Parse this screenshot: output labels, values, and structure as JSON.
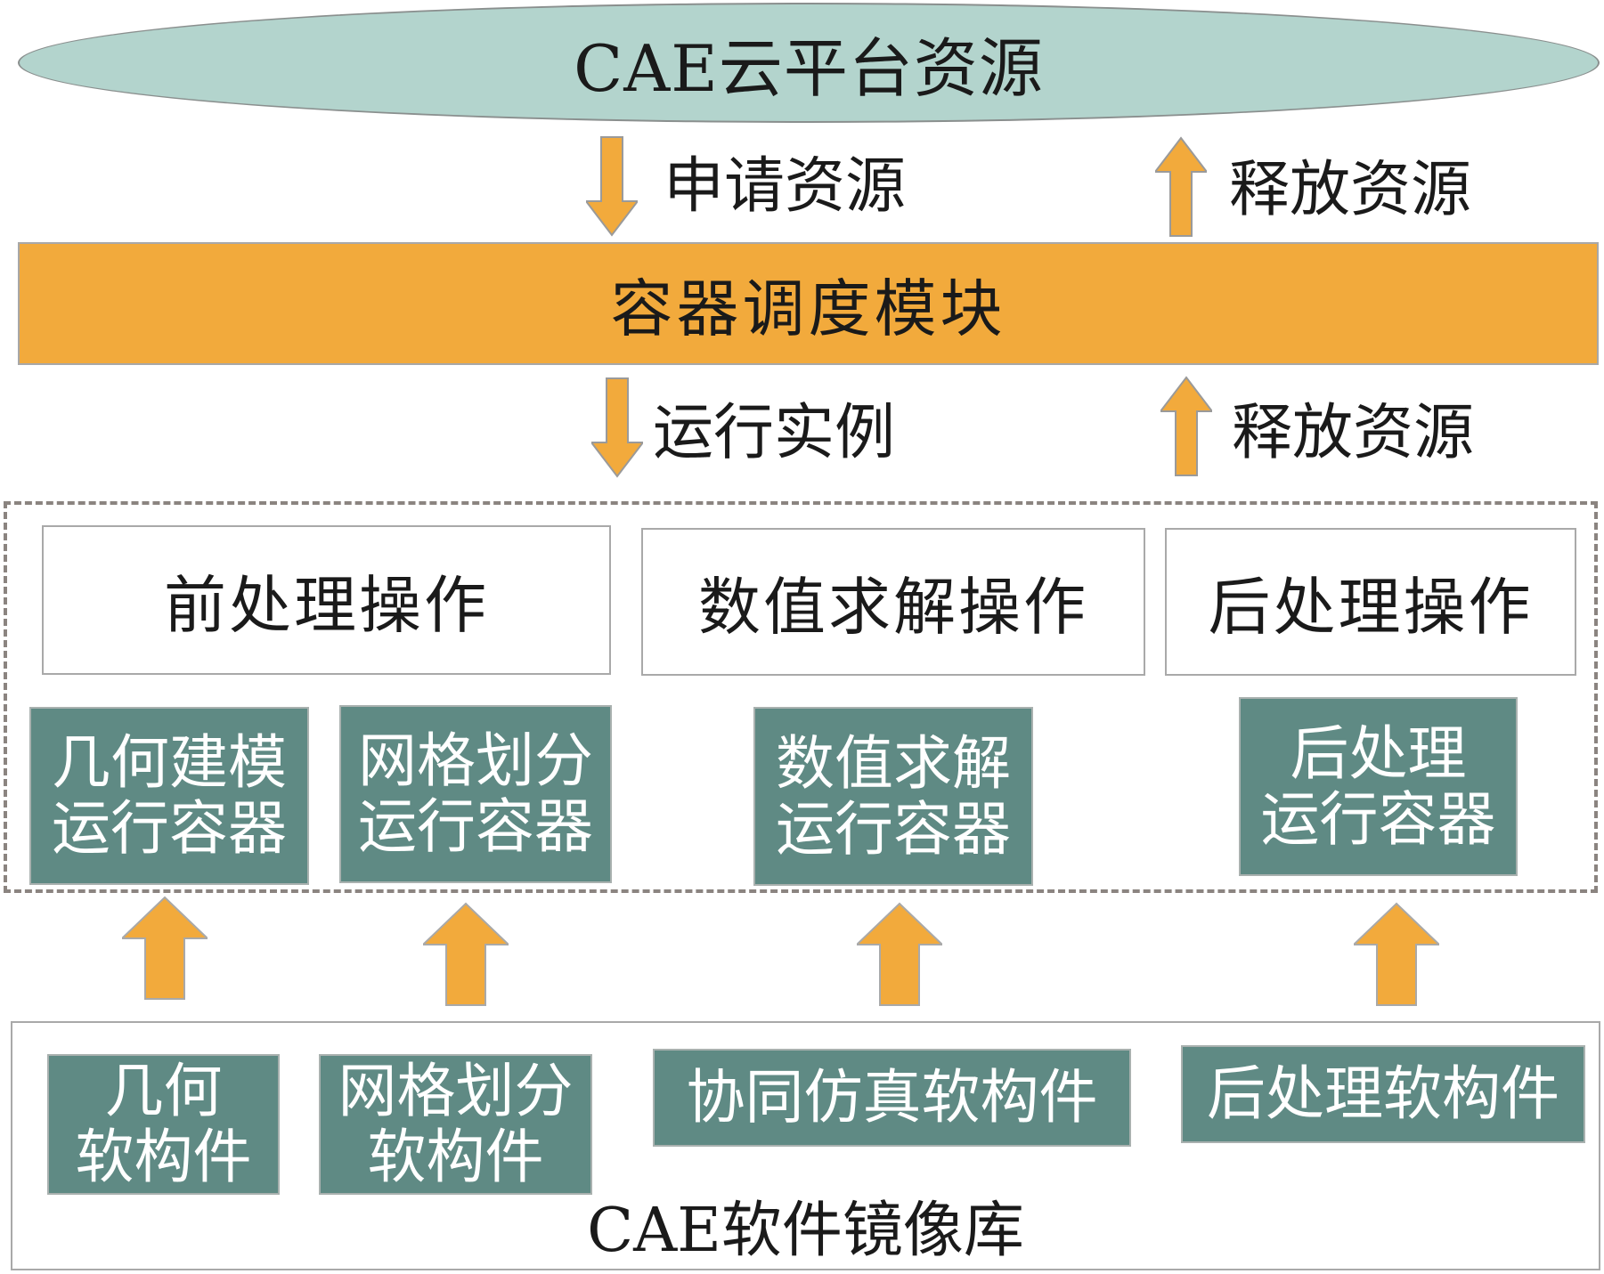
{
  "cloud": {
    "label": "CAE云平台资源"
  },
  "arrows_top": {
    "request_label": "申请资源",
    "release_label": "释放资源"
  },
  "scheduler": {
    "label": "容器调度模块"
  },
  "arrows_mid": {
    "run_label": "运行实例",
    "release_label": "释放资源"
  },
  "operations": [
    {
      "label": "前处理操作"
    },
    {
      "label": "数值求解操作"
    },
    {
      "label": "后处理操作"
    }
  ],
  "containers": [
    {
      "line1": "几何建模",
      "line2": "运行容器"
    },
    {
      "line1": "网格划分",
      "line2": "运行容器"
    },
    {
      "line1": "数值求解",
      "line2": "运行容器"
    },
    {
      "line1": "后处理",
      "line2": "运行容器"
    }
  ],
  "components": [
    {
      "line1": "几何",
      "line2": "软构件"
    },
    {
      "line1": "网格划分",
      "line2": "软构件"
    },
    {
      "line1": "协同仿真软构件",
      "line2": ""
    },
    {
      "line1": "后处理软构件",
      "line2": ""
    }
  ],
  "library": {
    "label": "CAE软件镜像库"
  },
  "colors": {
    "ellipse_fill": "#b3d4cd",
    "scheduler_fill": "#f2aa3c",
    "arrow_fill": "#f2aa3c",
    "teal_box": "#5f8a84",
    "dashed_border": "#8b8480"
  }
}
